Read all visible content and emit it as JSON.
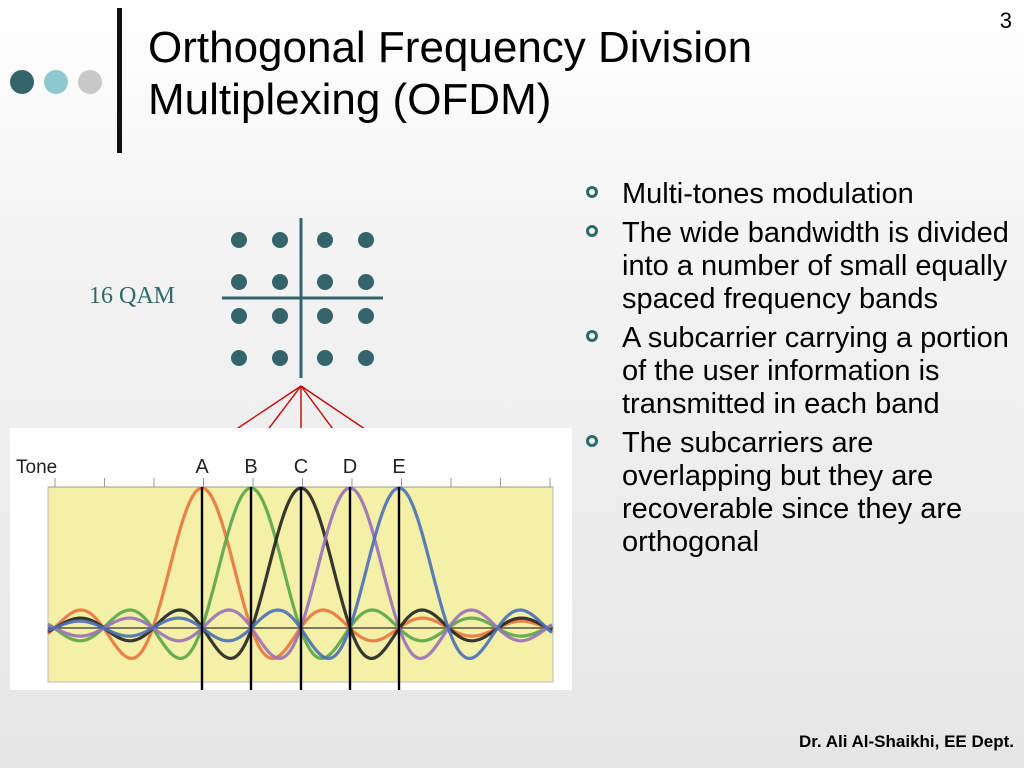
{
  "slide": {
    "number": "3",
    "title_line1": "Orthogonal Frequency Division",
    "title_line2": "Multiplexing (OFDM)",
    "footer": "Dr. Ali Al-Shaikhi, EE Dept."
  },
  "colors": {
    "accent": "#2d6a6a",
    "dot_dark": "#35656a",
    "dot_light": "#8fc9d0",
    "dot_grey": "#c8c8c8",
    "plot_bg": "#f4f0a8",
    "arrow": "#cc0000"
  },
  "diagram": {
    "constellation_label": "16 QAM",
    "constellation_points": 16,
    "tone_label": "Tone",
    "tones": [
      {
        "label": "A",
        "color": "#e8743e"
      },
      {
        "label": "B",
        "color": "#5aa548"
      },
      {
        "label": "C",
        "color": "#222222"
      },
      {
        "label": "D",
        "color": "#9a70b8"
      },
      {
        "label": "E",
        "color": "#4a6fb5"
      }
    ]
  },
  "bullets": [
    "Multi-tones modulation",
    "The wide bandwidth is divided into a number of small equally spaced frequency bands",
    "A subcarrier carrying a portion of the user information is transmitted in each band",
    "The subcarriers are overlapping but they are recoverable since they are orthogonal"
  ]
}
